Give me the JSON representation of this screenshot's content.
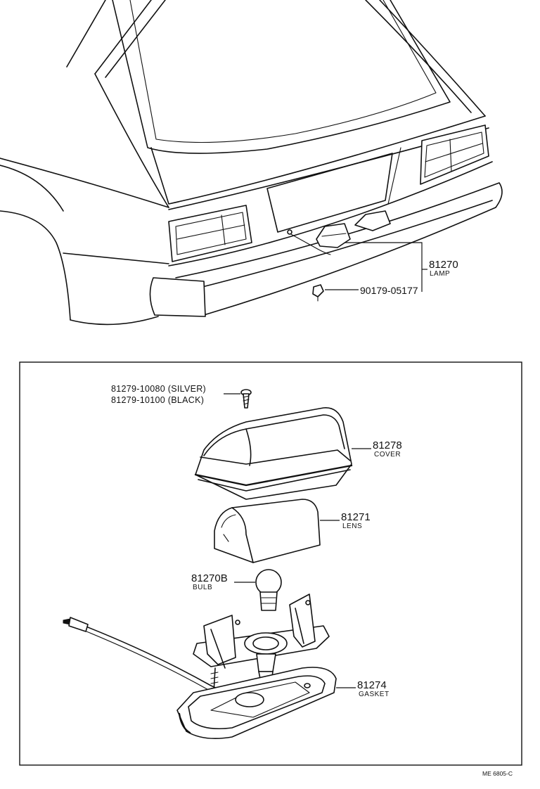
{
  "callouts": {
    "lamp": {
      "part_no": "81270",
      "name": "LAMP"
    },
    "clip": {
      "part_no": "90179-05177"
    },
    "screw": {
      "silver": "81279-10080 (SILVER)",
      "black": "81279-10100 (BLACK)"
    },
    "cover": {
      "part_no": "81278",
      "name": "COVER"
    },
    "lens": {
      "part_no": "81271",
      "name": "LENS"
    },
    "bulb": {
      "part_no": "81270B",
      "name": "BULB"
    },
    "gasket": {
      "part_no": "81274",
      "name": "GASKET"
    }
  },
  "figure_ref": "ME 6805-C"
}
